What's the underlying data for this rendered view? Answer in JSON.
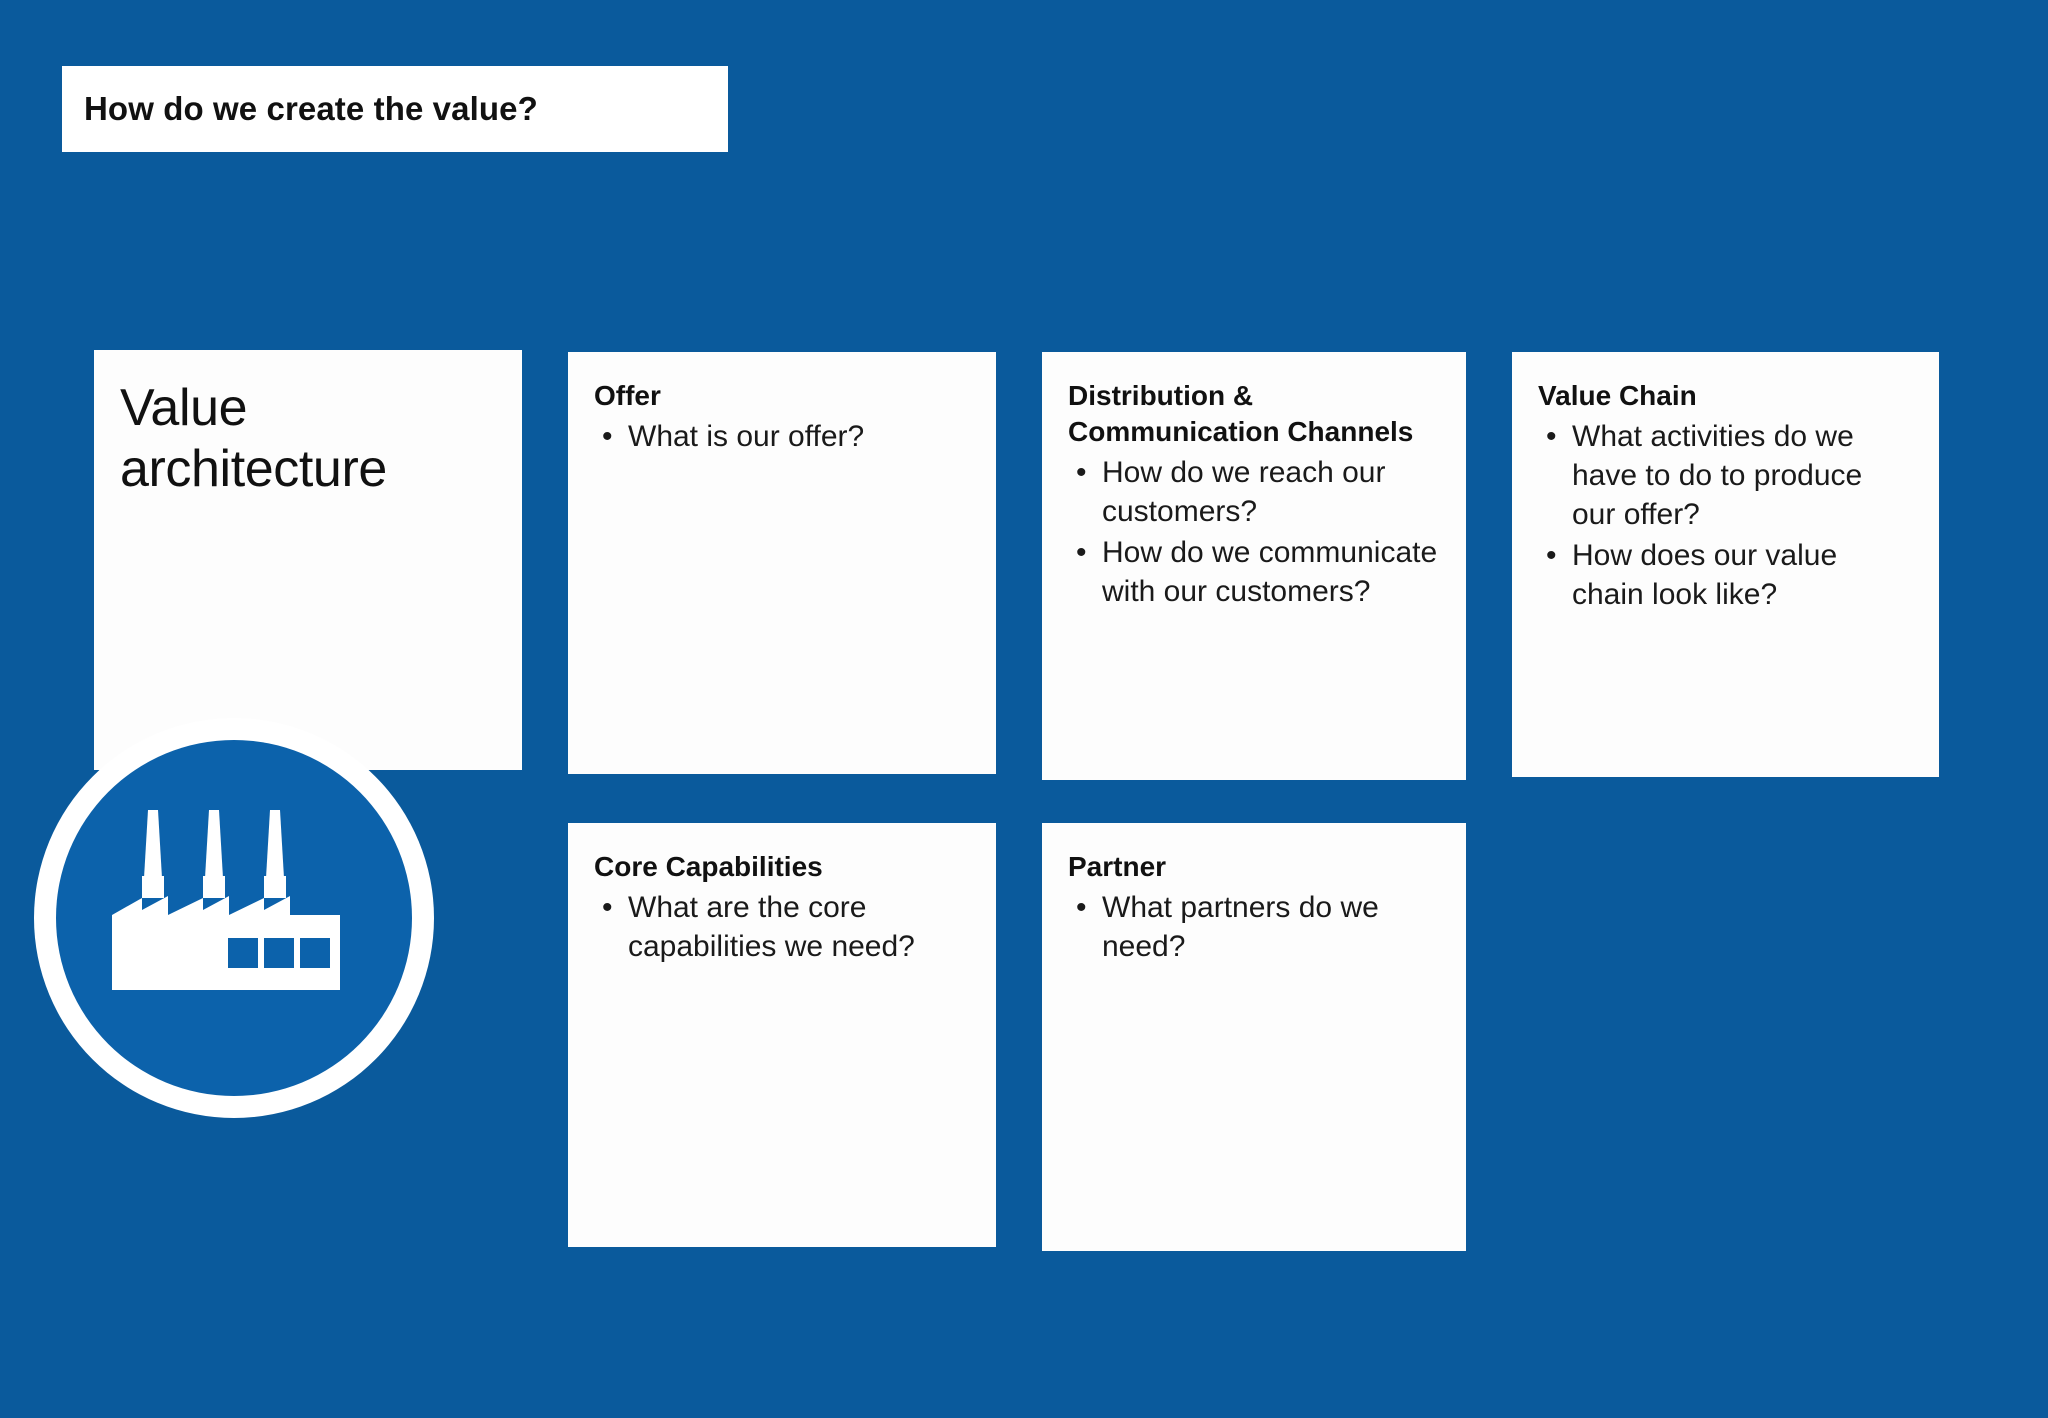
{
  "slide": {
    "background_color": "#0a5a9c",
    "accent_color": "#0c62ab",
    "card_background": "#fdfdfd",
    "text_color": "#111111"
  },
  "header": {
    "title": "How do we create the value?"
  },
  "hero": {
    "label": "Value architecture",
    "icon": "factory-icon"
  },
  "cards": [
    {
      "id": "offer",
      "title": "Offer",
      "bullets": [
        "What is our offer?"
      ]
    },
    {
      "id": "distribution",
      "title": "Distribution & Communication Channels",
      "bullets": [
        "How do we reach our customers?",
        "How do we communicate with our customers?"
      ]
    },
    {
      "id": "value-chain",
      "title": "Value Chain",
      "bullets": [
        "What activities do we have to do to produce our offer?",
        "How does our value chain look like?"
      ]
    },
    {
      "id": "core-capabilities",
      "title": "Core Capabilities",
      "bullets": [
        "What are the core capabilities we need?"
      ]
    },
    {
      "id": "partner",
      "title": "Partner",
      "bullets": [
        "What partners do we need?"
      ]
    }
  ],
  "bullet_glyph": "•"
}
